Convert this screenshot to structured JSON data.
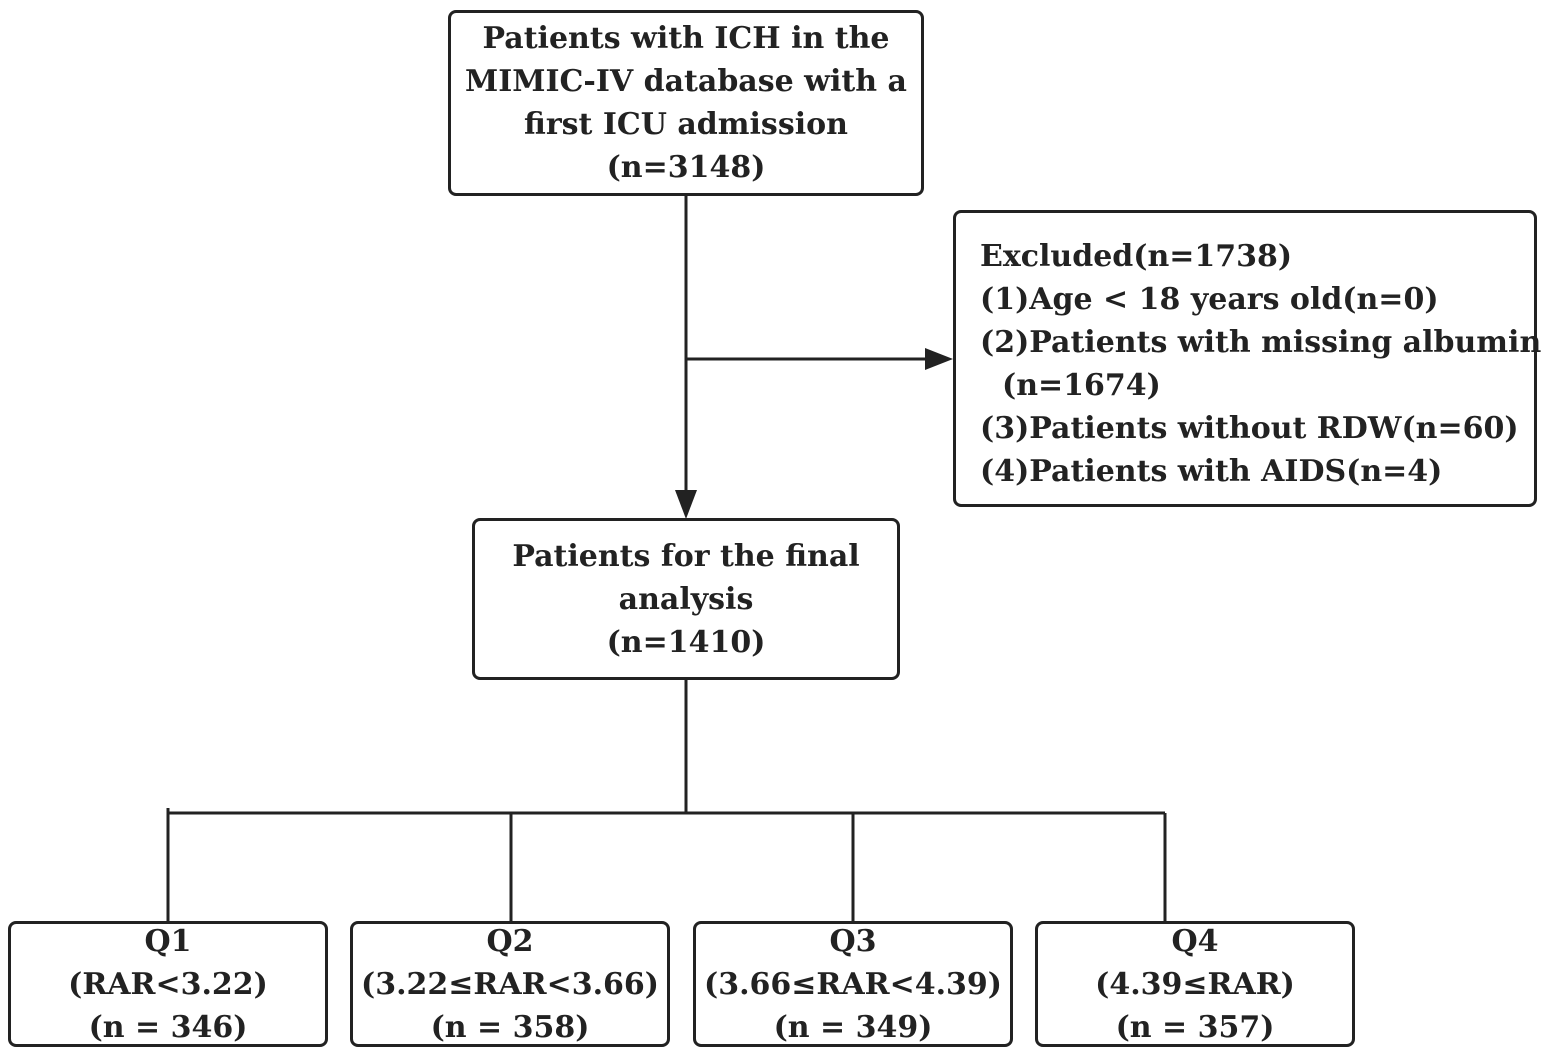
{
  "start": {
    "lines": [
      "Patients with ICH in the",
      "MIMIC-IV database with a",
      "first ICU admission",
      "(n=3148)"
    ]
  },
  "excluded": {
    "title": "Excluded(n=1738)",
    "items": [
      "(1)Age < 18 years old(n=0)",
      "(2)Patients with missing albumin",
      "(n=1674)",
      "(3)Patients without RDW(n=60)",
      "(4)Patients with AIDS(n=4)"
    ]
  },
  "final": {
    "lines": [
      "Patients for the final",
      "analysis",
      "(n=1410)"
    ]
  },
  "groups": [
    {
      "name": "Q1",
      "range": "(RAR<3.22)",
      "n": "(n = 346)"
    },
    {
      "name": "Q2",
      "range": "(3.22≤RAR<3.66)",
      "n": "(n = 358)"
    },
    {
      "name": "Q3",
      "range": "(3.66≤RAR<4.39)",
      "n": "(n = 349)"
    },
    {
      "name": "Q4",
      "range": "(4.39≤RAR)",
      "n": "(n = 357)"
    }
  ]
}
